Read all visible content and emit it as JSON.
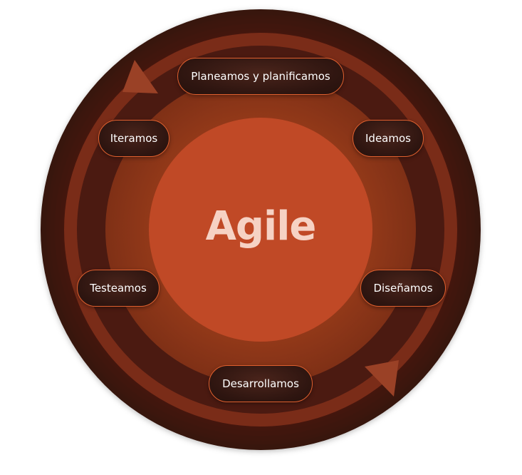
{
  "center": {
    "label": "Agile"
  },
  "steps": [
    {
      "id": "plan",
      "label": "Planeamos y planificamos"
    },
    {
      "id": "ideate",
      "label": "Ideamos"
    },
    {
      "id": "design",
      "label": "Diseñamos"
    },
    {
      "id": "develop",
      "label": "Desarrollamos"
    },
    {
      "id": "test",
      "label": "Testeamos"
    },
    {
      "id": "iterate",
      "label": "Iteramos"
    }
  ],
  "colors": {
    "outer_ring": "#3d1610",
    "ring_2": "#7a2c18",
    "ring_3": "#4b1a11",
    "ring_4": "#8a3419",
    "core": "#c04926",
    "arrow": "#9a4126",
    "pill_border": "#e0602f",
    "center_text": "#f6d2c4"
  },
  "icons": {
    "top_arrow": "triangle-arrow-icon",
    "bottom_arrow": "triangle-arrow-icon"
  }
}
